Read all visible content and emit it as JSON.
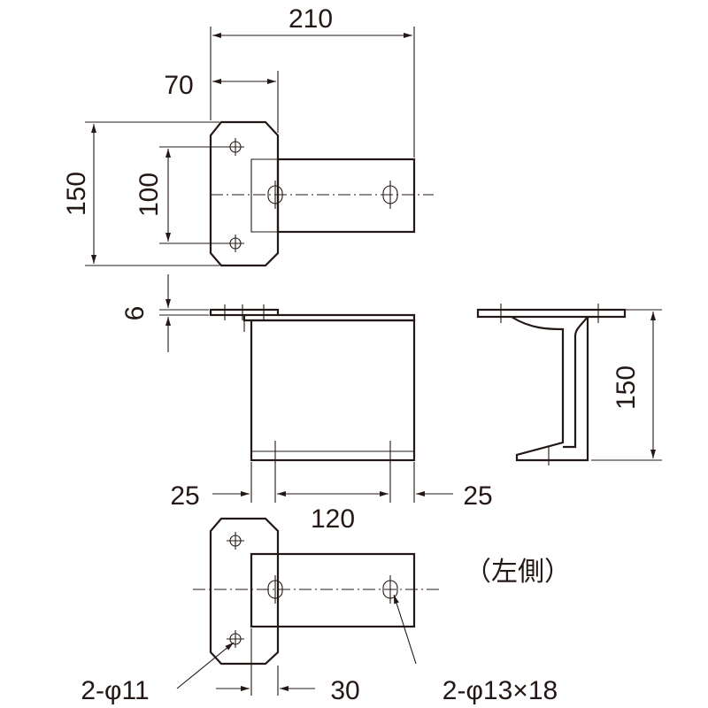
{
  "dimensions": {
    "overall_length": "210",
    "plate_width": "70",
    "plate_height": "150",
    "hole_pitch_plate": "100",
    "plate_thickness": "6",
    "side_height": "150",
    "edge_left": "25",
    "hole_pitch_arm": "120",
    "edge_right": "25",
    "offset": "30"
  },
  "callouts": {
    "small_holes": "2-φ11",
    "slot_holes": "2-φ13×18"
  },
  "labels": {
    "left_side": "（左側）"
  }
}
